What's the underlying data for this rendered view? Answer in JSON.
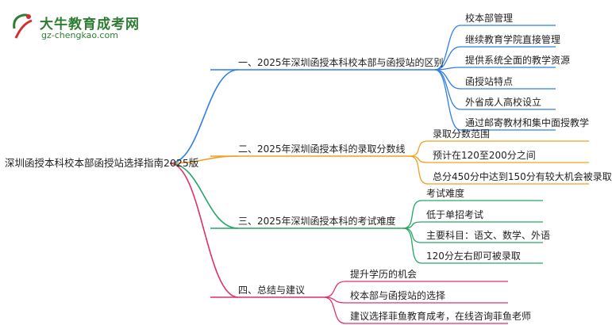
{
  "logo": {
    "mark_text": "大牛",
    "title": "大牛教育成考网",
    "url": "gz-chengkao.com",
    "color": "#2e7d32",
    "accent": "#d32f2f"
  },
  "mindmap": {
    "root": "深圳函授本科校本部函授站选择指南2025版",
    "branches": [
      {
        "label": "一、2025年深圳函授本科校本部与函授站的区别",
        "color": "#2f7fe6",
        "children": [
          "校本部管理",
          "继续教育学院直接管理",
          "提供系统全面的教学资源",
          "函授站特点",
          "外省成人高校设立",
          "通过邮寄教材和集中面授教学"
        ]
      },
      {
        "label": "二、2025年深圳函授本科的录取分数线",
        "color": "#f0a023",
        "children": [
          "录取分数范围",
          "预计在120至200分之间",
          "总分450分中达到150分有较大机会被录取"
        ]
      },
      {
        "label": "三、2025年深圳函授本科的考试难度",
        "color": "#27a668",
        "children": [
          "考试难度",
          "低于单招考试",
          "主要科目：语文、数学、外语",
          "120分左右即可被录取"
        ]
      },
      {
        "label": "四、总结与建议",
        "color": "#e0306a",
        "children": [
          "提升学历的机会",
          "校本部与函授站的选择",
          "建议选择菲鱼教育成考，在线咨询菲鱼老师"
        ]
      }
    ]
  }
}
